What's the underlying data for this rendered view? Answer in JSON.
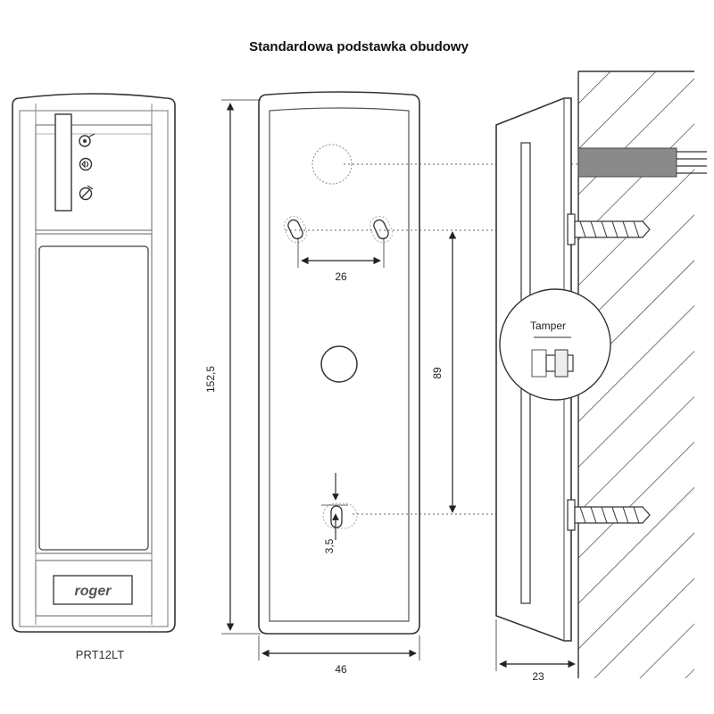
{
  "title": "Standardowa podstawka obudowy",
  "front_view": {
    "brand": "roger",
    "model": "PRT12LT",
    "indicator_icons": [
      "led-status-icon",
      "buzzer-icon",
      "prohibited-icon"
    ]
  },
  "back_view": {
    "height": "152,5",
    "width": "46",
    "hole_spacing": "26",
    "vertical_spacing": "89",
    "slot_offset": "3,5"
  },
  "side_view": {
    "depth": "23",
    "tamper_label": "Tamper"
  }
}
